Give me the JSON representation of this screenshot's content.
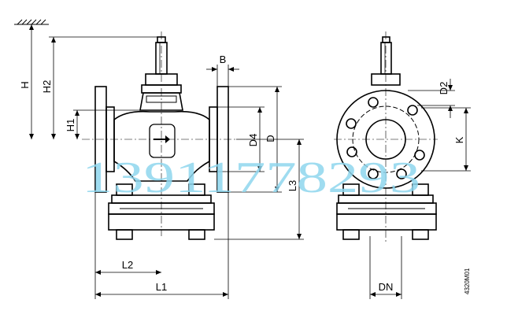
{
  "dimensions": {
    "H": "H",
    "H2": "H2",
    "H1": "H1",
    "B": "B",
    "D4": "D4",
    "D": "D",
    "L3": "L3",
    "L2": "L2",
    "L1": "L1",
    "D2": "D2",
    "K": "K",
    "DN": "DN"
  },
  "drawing_code": "4320M01",
  "watermark": "13911778293",
  "colors": {
    "line": "#000000",
    "watermark": "#8fd6ee"
  }
}
